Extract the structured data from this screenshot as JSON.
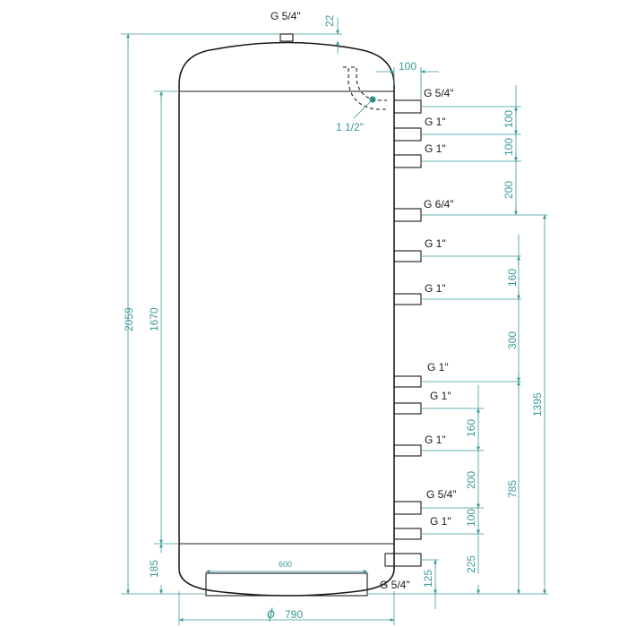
{
  "top_connection": "G 5/4\"",
  "top_offset": "22",
  "side_offset": "100",
  "side_port": "1 1/2\"",
  "connections": [
    "G 5/4\"",
    "G 1\"",
    "G 1\"",
    "G 6/4\"",
    "G 1\"",
    "G 1\"",
    "G 1\"",
    "G 1\"",
    "G 1\"",
    "G 5/4\"",
    "G 1\""
  ],
  "bottom_connection": "G 5/4\"",
  "dims": {
    "total_height": "2059",
    "body_height": "1670",
    "bottom_height": "185",
    "diameter_symbol": "ϕ",
    "diameter": "790",
    "foot_width": "600",
    "upper_100a": "100",
    "upper_100b": "100",
    "upper_200": "200",
    "mid_160": "160",
    "mid_300": "300",
    "mid_1395": "1395",
    "low_160": "160",
    "low_200": "200",
    "low_100": "100",
    "low_785": "785",
    "low_225": "225",
    "low_125": "125"
  }
}
